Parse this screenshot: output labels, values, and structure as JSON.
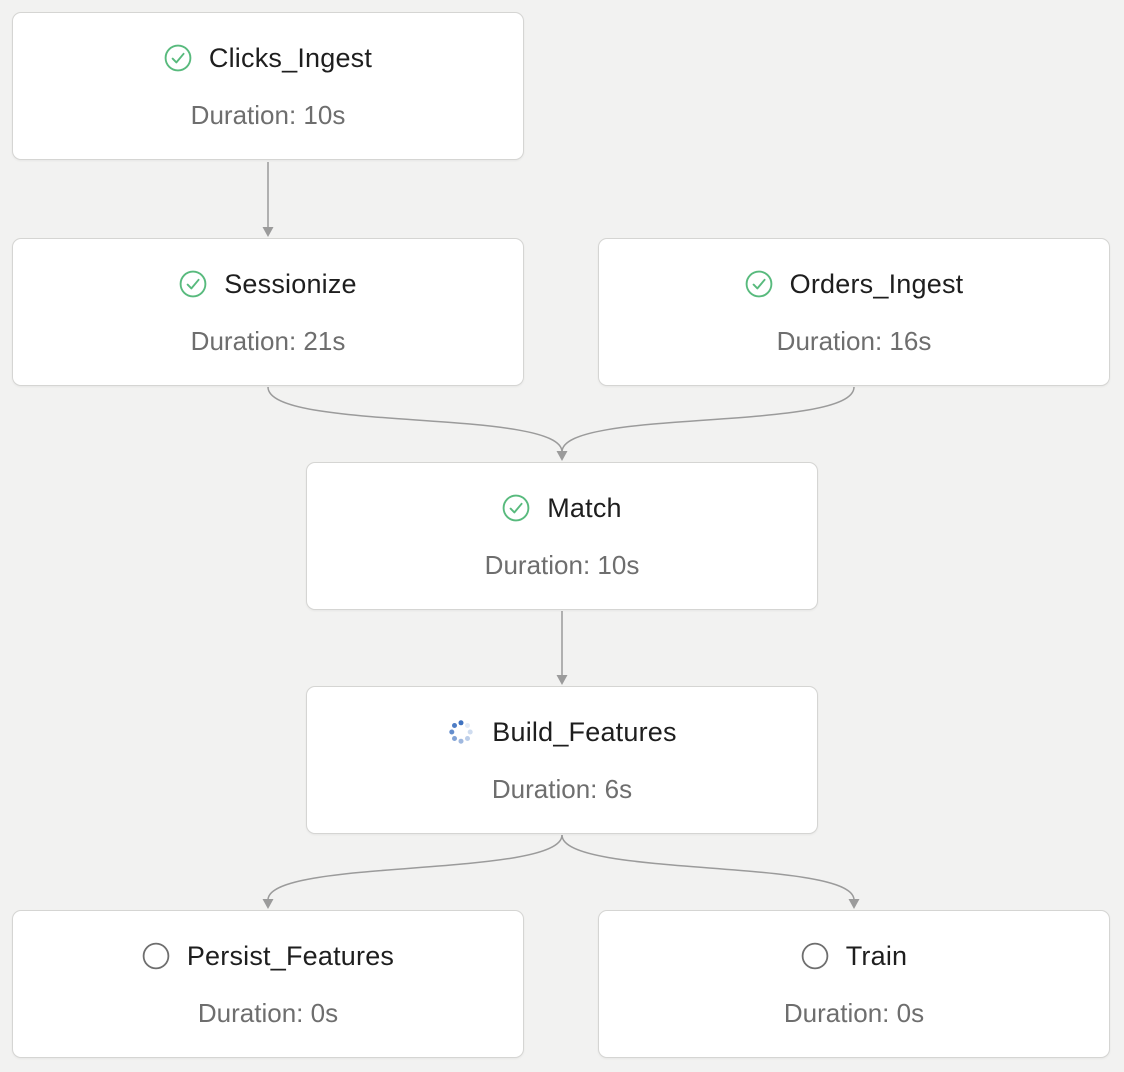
{
  "canvas": {
    "background_color": "#f2f2f1",
    "edge_color": "#9b9b9b"
  },
  "status_colors": {
    "success": "#58ba7d",
    "running": "#3f72c0",
    "pending": "#6e6e6e"
  },
  "nodes": [
    {
      "id": "clicks_ingest",
      "label": "Clicks_Ingest",
      "status": "success",
      "duration": "Duration: 10s"
    },
    {
      "id": "sessionize",
      "label": "Sessionize",
      "status": "success",
      "duration": "Duration: 21s"
    },
    {
      "id": "orders_ingest",
      "label": "Orders_Ingest",
      "status": "success",
      "duration": "Duration: 16s"
    },
    {
      "id": "match",
      "label": "Match",
      "status": "success",
      "duration": "Duration: 10s"
    },
    {
      "id": "build_features",
      "label": "Build_Features",
      "status": "running",
      "duration": "Duration: 6s"
    },
    {
      "id": "persist_features",
      "label": "Persist_Features",
      "status": "pending",
      "duration": "Duration: 0s"
    },
    {
      "id": "train",
      "label": "Train",
      "status": "pending",
      "duration": "Duration: 0s"
    }
  ],
  "edges": [
    {
      "from": "clicks_ingest",
      "to": "sessionize"
    },
    {
      "from": "sessionize",
      "to": "match"
    },
    {
      "from": "orders_ingest",
      "to": "match"
    },
    {
      "from": "match",
      "to": "build_features"
    },
    {
      "from": "build_features",
      "to": "persist_features"
    },
    {
      "from": "build_features",
      "to": "train"
    }
  ]
}
